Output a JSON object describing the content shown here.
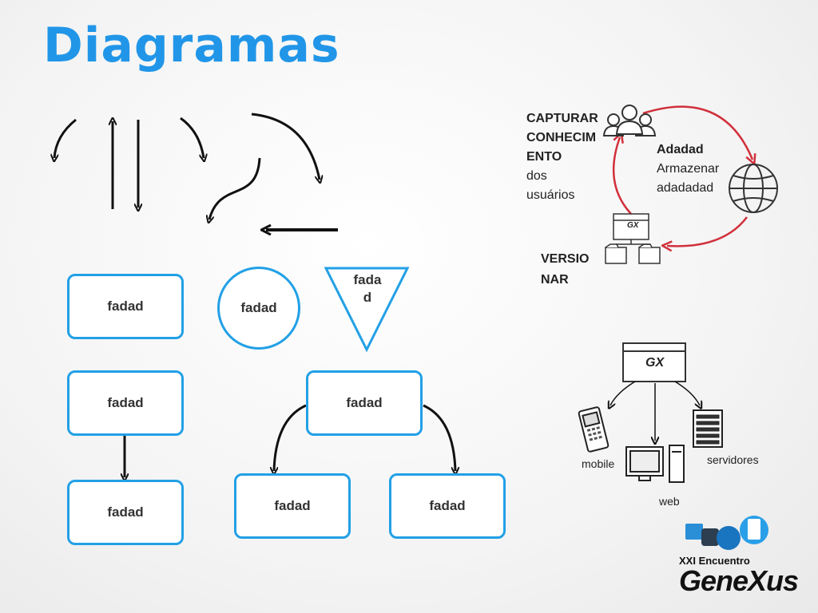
{
  "title": "Diagramas",
  "shapes": {
    "box_left_top": "fadad",
    "circle": "fadad",
    "triangle": "fada\nd",
    "box_left_mid": "fadad",
    "box_left_bottom": "fadad",
    "box_tree_root": "fadad",
    "box_tree_left": "fadad",
    "box_tree_right": "fadad"
  },
  "cycle": {
    "capture_bold": [
      "CAPTURAR",
      "CONHECIM",
      "ENTO"
    ],
    "capture_normal": [
      "dos",
      "usuários"
    ],
    "store_bold": "Adadad",
    "store_normal": [
      "Armazenar",
      "adadadad"
    ],
    "version": [
      "VERSIO",
      "NAR"
    ],
    "gx_label": "GX"
  },
  "deploy": {
    "gx_label": "GX",
    "mobile": "mobile",
    "servers": "servidores",
    "web": "web"
  },
  "brand": {
    "event": "XXI Encuentro",
    "name": "GeneXus"
  },
  "colors": {
    "title": "#2196e8",
    "shape_border": "#22a0e6",
    "cycle_arrow": "#d0303b"
  }
}
